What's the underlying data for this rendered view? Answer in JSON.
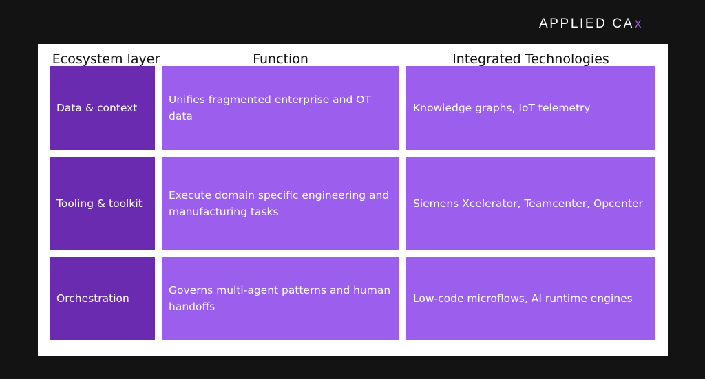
{
  "brand": {
    "name": "APPLIED CA",
    "accent_letter": "x",
    "accent_color": "#9b5de5"
  },
  "table": {
    "headers": {
      "layer": "Ecosystem layer",
      "function": "Function",
      "tech": "Integrated Technologies"
    },
    "rows": [
      {
        "layer": "Data & context",
        "function": "Unifies fragmented enterprise and OT data",
        "tech": "Knowledge graphs, IoT telemetry"
      },
      {
        "layer": "Tooling & toolkit",
        "function": "Execute domain specific engineering and manufacturing tasks",
        "tech": "Siemens Xcelerator, Teamcenter, Opcenter"
      },
      {
        "layer": "Orchestration",
        "function": "Governs multi-agent patterns and human handoffs",
        "tech": "Low-code microflows, AI runtime engines"
      }
    ]
  },
  "colors": {
    "background": "#131313",
    "panel": "#ffffff",
    "layer_cell": "#6a2bb0",
    "content_cell": "#9b5eed"
  }
}
